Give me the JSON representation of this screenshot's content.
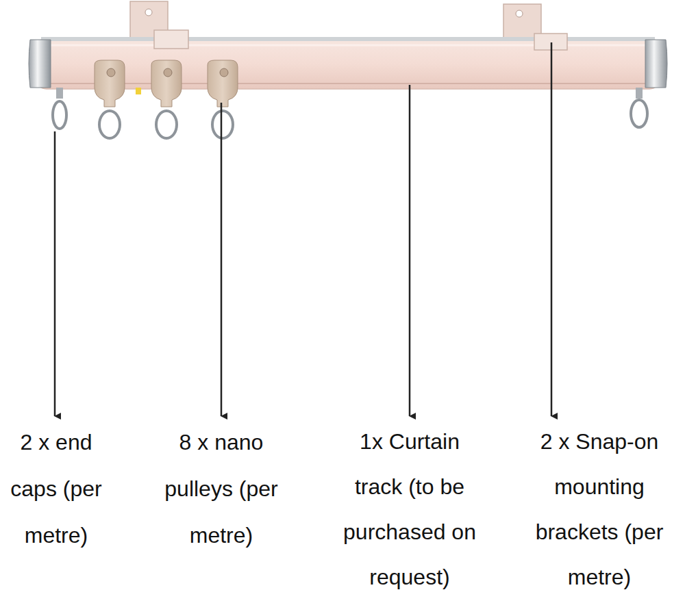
{
  "diagram": {
    "labels": [
      "2 x end caps (per metre)",
      "8 x nano pulleys (per metre)",
      "1x Curtain track (to be purchased on request)",
      "2 x Snap-on mounting brackets (per metre)"
    ]
  }
}
